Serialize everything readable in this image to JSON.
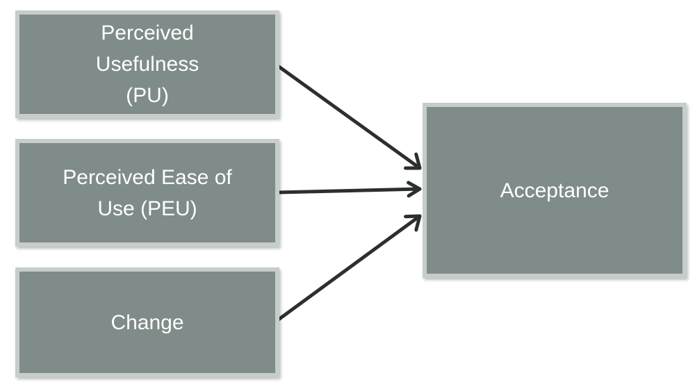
{
  "nodes": {
    "pu": "Perceived\nUsefulness\n(PU)",
    "peu": "Perceived Ease of\nUse (PEU)",
    "change": "Change",
    "acceptance": "Acceptance"
  },
  "colors": {
    "box_fill": "#7f8c89",
    "box_border": "#c6cdcb",
    "arrow": "#2b2f2e",
    "text": "#ffffff"
  }
}
